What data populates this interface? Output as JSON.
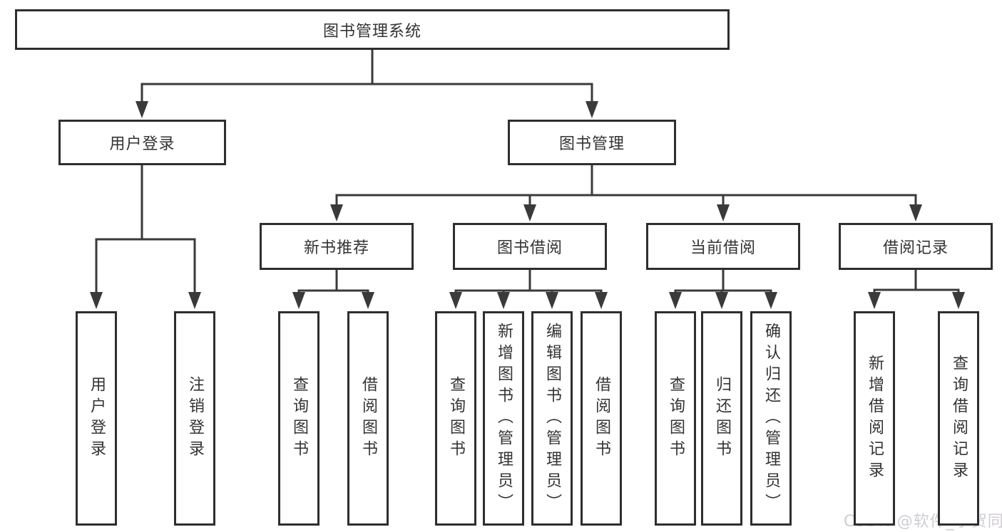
{
  "diagram": {
    "root": "图书管理系统",
    "level2": {
      "user_login": "用户登录",
      "book_management": "图书管理"
    },
    "level3": {
      "new_book_recommend": "新书推荐",
      "book_borrowing": "图书借阅",
      "current_borrowing": "当前借阅",
      "borrowing_records": "借阅记录"
    },
    "leaves": {
      "user_login_branch": [
        "用户登录",
        "注销登录"
      ],
      "new_book_branch": [
        "查询图书",
        "借阅图书"
      ],
      "book_borrowing_branch": [
        "查询图书",
        "新增图书（管理员）",
        "编辑图书（管理员）",
        "借阅图书"
      ],
      "current_borrowing_branch": [
        "查询图书",
        "归还图书",
        "确认归还（管理员）"
      ],
      "borrowing_records_branch": [
        "新增借阅记录",
        "查询借阅记录"
      ]
    }
  },
  "watermark": "CSDN @软件_小贺同学",
  "colors": {
    "line": "#3a3a3a",
    "box_border": "#2e2e2e",
    "text": "#333333",
    "watermark_text": "#cfccd2",
    "background": "#ffffff"
  }
}
